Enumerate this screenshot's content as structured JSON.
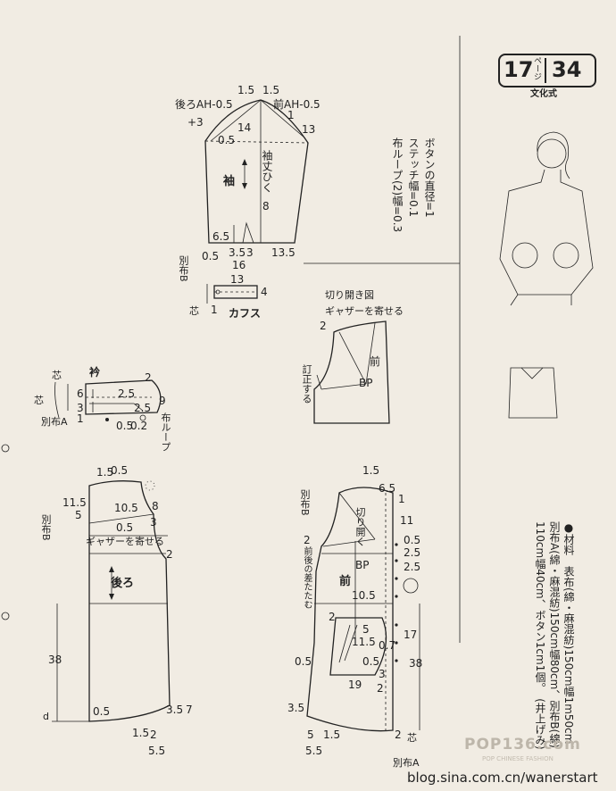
{
  "header": {
    "page_left": "17",
    "page_label": "ページ",
    "page_right": "34",
    "style": "文化式"
  },
  "sleeve": {
    "title": "袖",
    "back_ah": "後ろAH-0.5",
    "front_ah": "前AH-0.5",
    "cap_top_left": "1.5",
    "cap_top_right": "1.5",
    "m_plus3": "+3",
    "m_1": "1",
    "m_13": "13",
    "m_05": "0.5",
    "m_14": "14",
    "m_8": "8",
    "seam": "袖丈ひく",
    "m_65": "6.5",
    "m_35": "3.5",
    "m_3": "3",
    "m_05b": "0.5",
    "m_16": "16",
    "m_135": "13.5"
  },
  "cuff": {
    "title": "カフス",
    "m_13": "13",
    "m_4": "4",
    "m_1": "1",
    "bias": "別布B",
    "fold": "芯"
  },
  "button_notes": [
    "ボタンの直径=1",
    "ステッチ幅=0.1",
    "布ループ(2)幅=0.3"
  ],
  "slash": {
    "title": "切り開き図",
    "gather": "ギャザーを寄せる",
    "front": "前",
    "bp": "BP",
    "correct": "訂正する",
    "m_2": "2"
  },
  "collar": {
    "title": "衿",
    "fold": "芯",
    "fold2": "芯",
    "bias": "別布A",
    "loop": "布ループ",
    "m_6": "6",
    "m_3": "3",
    "m_1": "1",
    "m_2": "2",
    "m_25a": "2.5",
    "m_25b": "2.5",
    "m_9": "9",
    "m_05": "0.5",
    "m_02": "0.2"
  },
  "back": {
    "title": "後ろ",
    "gather": "ギャザーを寄せる",
    "bias": "別布B",
    "m_15": "1.5",
    "m_05top": "0.5",
    "m_115": "11.5",
    "m_5": "5",
    "m_105": "10.5",
    "m_8": "8",
    "m_05": "0.5",
    "m_3": "3",
    "m_2": "2",
    "m_38": "38",
    "m_05bot": "0.5",
    "m_35": "3.5",
    "m_7": "7",
    "m_15b": "1.5",
    "m_2b": "2",
    "m_55": "5.5",
    "m_d": "d"
  },
  "front": {
    "title": "前",
    "bp": "BP",
    "bias": "別布B",
    "bias_a": "別布A",
    "fold": "芯",
    "slash": "切り開く",
    "tuck": "前後の差たたむ",
    "m_15": "1.5",
    "m_65": "6.5",
    "m_1": "1",
    "m_11": "11",
    "m_05a": "0.5",
    "m_25a": "2.5",
    "m_25b": "2.5",
    "m_2": "2",
    "m_105": "10.5",
    "m_2c": "2",
    "m_5": "5",
    "m_115": "11.5",
    "m_07": "0.7",
    "m_17": "17",
    "m_05b": "0.5",
    "m_3": "3",
    "m_19": "19",
    "m_2d": "2",
    "m_38": "38",
    "m_05c": "0.5",
    "m_35": "3.5",
    "m_5b": "5",
    "m_15b": "1.5",
    "m_55": "5.5",
    "m_2e": "2"
  },
  "materials": [
    "●材料　表布(綿・麻混紡)150cm幅1m50cm、",
    "別布A(綿・麻混紡)150cm幅80cm、別布B(綿)",
    "110cm幅40cm、ボタン1cm1個。　(井上げみ)"
  ],
  "watermark": {
    "brand": "POP136.com",
    "sub": "POP CHINESE FASHION"
  },
  "footer": {
    "blog": "blog.sina.com.cn/wanerstart"
  }
}
